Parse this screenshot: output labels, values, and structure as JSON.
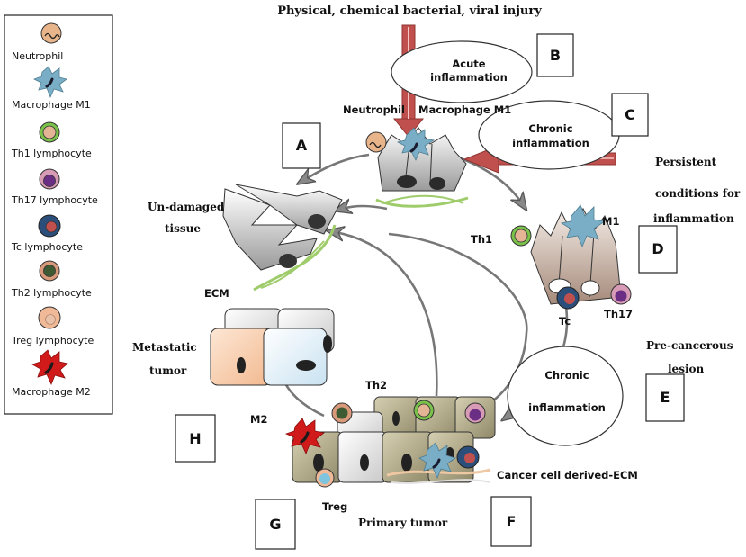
{
  "title": "Physical, chemical bacterial, viral injury",
  "legend": [
    {
      "label": "Neutrophil",
      "icon": "neutrophil-icon",
      "color": "#e8b48a"
    },
    {
      "label": "Macrophage M1",
      "icon": "macrophage-m1-icon",
      "color": "#79aec6"
    },
    {
      "label": "Th1 lymphocyte",
      "icon": "th1-lymphocyte-icon",
      "color": "#7ac24a"
    },
    {
      "label": "Th17 lymphocyte",
      "icon": "th17-lymphocyte-icon",
      "color": "#d79bb5"
    },
    {
      "label": "Tc lymphocyte",
      "icon": "tc-lymphocyte-icon",
      "color": "#2b4f7a"
    },
    {
      "label": "Th2 lymphocyte",
      "icon": "th2-lymphocyte-icon",
      "color": "#d89a7a"
    },
    {
      "label": "Treg lymphocyte",
      "icon": "treg-lymphocyte-icon",
      "color": "#f0b998"
    },
    {
      "label": "Macrophage M2",
      "icon": "macrophage-m2-icon",
      "color": "#d11a1a"
    }
  ],
  "ellipses": {
    "acute": "Acute inflammation",
    "acute_l1": "Acute",
    "acute_l2": "inflammation",
    "chronic_top_l1": "Chronic",
    "chronic_top_l2": "inflammation",
    "chronic_bottom_l1": "Chronic",
    "chronic_bottom_l2": "inflammation"
  },
  "boxes": [
    "A",
    "B",
    "C",
    "D",
    "E",
    "F",
    "G",
    "H"
  ],
  "labels": {
    "neutrophil": "Neutrophil",
    "macrophage_m1": "Macrophage M1",
    "undamaged_l1": "Un-damaged",
    "undamaged_l2": "tissue",
    "persistent_l1": "Persistent",
    "persistent_l2": "conditions for",
    "persistent_l3": "inflammation",
    "th1": "Th1",
    "m1": "M1",
    "tc": "Tc",
    "th17": "Th17",
    "precancer_l1": "Pre-cancerous",
    "precancer_l2": "lesion",
    "ecm": "ECM",
    "metastatic_l1": "Metastatic",
    "metastatic_l2": "tumor",
    "th2": "Th2",
    "m2": "M2",
    "treg": "Treg",
    "primary_tumor": "Primary tumor",
    "cancer_ecm": "Cancer cell derived-ECM"
  },
  "colors": {
    "arrow_red": "#c0504d",
    "tumor_cell": "#b5ad8a",
    "cell_gray": "#d0d0d0",
    "ecm_green": "#9fcc6a",
    "metastatic_orange": "#f5c8a4",
    "metastatic_blue": "#dcecf6"
  }
}
